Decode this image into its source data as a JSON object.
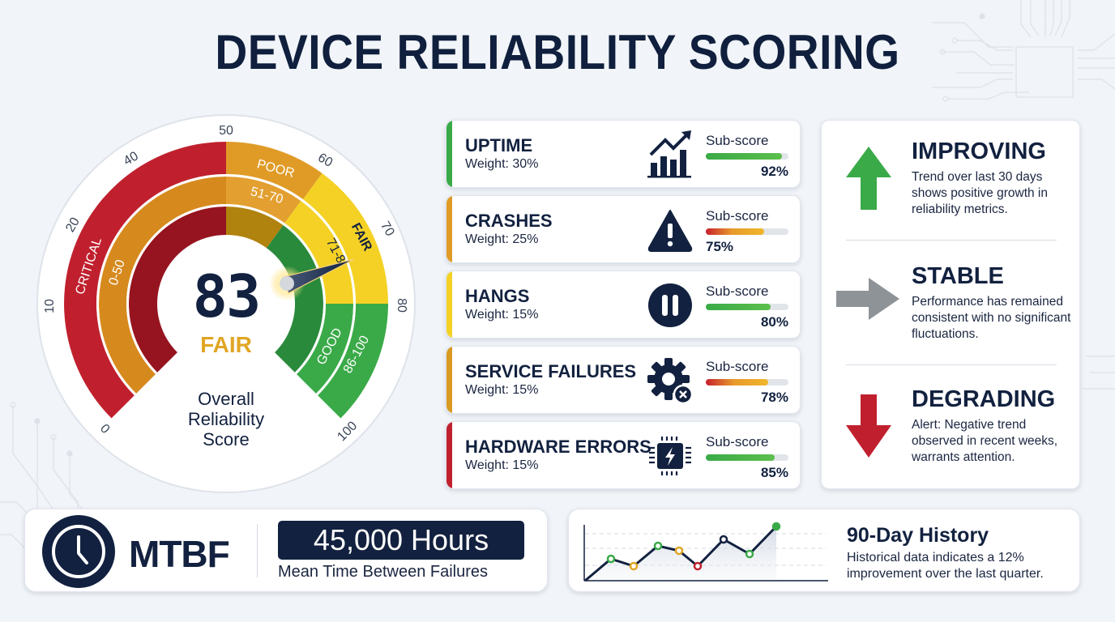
{
  "header": {
    "title": "DEVICE RELIABILITY SCORING"
  },
  "gauge": {
    "score": "83",
    "status": "FAIR",
    "caption": [
      "Overall",
      "Reliability",
      "Score"
    ],
    "ticks": [
      "0",
      "10",
      "20",
      "40",
      "50",
      "60",
      "70",
      "80",
      "100"
    ],
    "bands": [
      {
        "name": "CRITICAL",
        "range": "0-50",
        "color": "#c0202e"
      },
      {
        "name": "POOR",
        "range": "51-70",
        "color": "#e09b27"
      },
      {
        "name": "FAIR",
        "range": "71-8",
        "color": "#f4d124"
      },
      {
        "name": "GOOD",
        "range": "86-100",
        "color": "#3aaa48"
      }
    ]
  },
  "metrics": [
    {
      "name": "UPTIME",
      "weight": "Weight: 30%",
      "sub_label": "Sub-score",
      "value": "92%",
      "pct": 92,
      "accent": "#3aaa48",
      "icon": "trending-chart-icon",
      "bar": "green"
    },
    {
      "name": "CRASHES",
      "weight": "Weight: 25%",
      "sub_label": "Sub-score",
      "value": "75%",
      "pct": 71,
      "accent": "#e09b27",
      "icon": "warning-icon",
      "bar": "redyellow"
    },
    {
      "name": "HANGS",
      "weight": "Weight: 15%",
      "sub_label": "Sub-score",
      "value": "80%",
      "pct": 78,
      "accent": "#f4d124",
      "icon": "pause-icon",
      "bar": "green"
    },
    {
      "name": "SERVICE FAILURES",
      "weight": "Weight: 15%",
      "sub_label": "Sub-score",
      "value": "78%",
      "pct": 75,
      "accent": "#d99a22",
      "icon": "gear-error-icon",
      "bar": "redyellow"
    },
    {
      "name": "HARDWARE ERRORS",
      "weight": "Weight: 15%",
      "sub_label": "Sub-score",
      "value": "85%",
      "pct": 83,
      "accent": "#c0202e",
      "icon": "chip-icon",
      "bar": "green"
    }
  ],
  "trends": [
    {
      "title": "IMPROVING",
      "desc": "Trend over last 30 days shows positive growth in reliability metrics.",
      "icon": "arrow-up-icon",
      "color": "#3aaa48"
    },
    {
      "title": "STABLE",
      "desc": "Performance has remained consistent with no significant fluctuations.",
      "icon": "arrow-right-icon",
      "color": "#8e9398"
    },
    {
      "title": "DEGRADING",
      "desc": "Alert: Negative trend observed in recent weeks, warrants attention.",
      "icon": "arrow-down-icon",
      "color": "#c0202e"
    }
  ],
  "mtbf": {
    "label": "MTBF",
    "value": "45,000 Hours",
    "desc": "Mean Time Between Failures"
  },
  "history": {
    "title": "90-Day History",
    "desc": "Historical data indicates a 12% improvement over the last quarter."
  },
  "chart_data": {
    "type": "line",
    "title": "90-Day History",
    "x": [
      0,
      1,
      2,
      3,
      4,
      5,
      6,
      7,
      8
    ],
    "values": [
      0,
      3,
      2,
      4.3,
      3.8,
      2,
      5.2,
      3.3,
      6.5
    ],
    "point_colors": [
      "none",
      "#3aaa48",
      "#e0a624",
      "#3aaa48",
      "#e0a624",
      "#c0202e",
      "#12213f",
      "#3aaa48",
      "#3aaa48"
    ],
    "xlabel": "",
    "ylabel": "",
    "grid": "dashed horizontal"
  }
}
